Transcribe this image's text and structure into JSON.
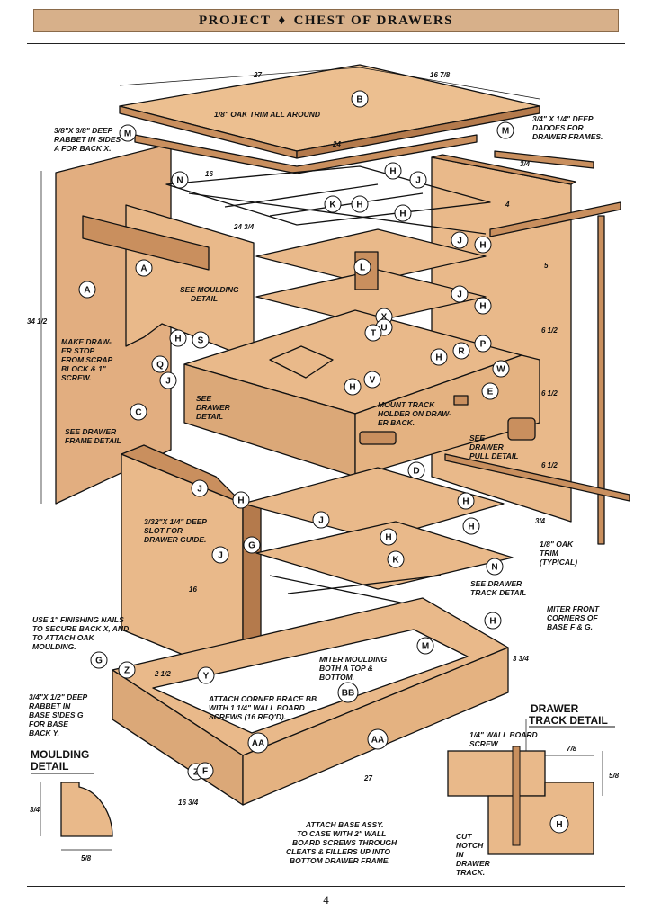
{
  "header": {
    "project": "PROJECT",
    "separator": "♦",
    "title": "CHEST OF DRAWERS"
  },
  "page_number": "4",
  "notes": {
    "oak_trim": "1/8\" OAK TRIM ALL AROUND",
    "rabbet_sides_1": "3/8\"X 3/8\" DEEP",
    "rabbet_sides_2": "RABBET IN SIDES",
    "rabbet_sides_3": "A FOR BACK X.",
    "dadoes_1": "3/4\" X 1/4\" DEEP",
    "dadoes_2": "DADOES FOR",
    "dadoes_3": "DRAWER FRAMES.",
    "moulding_detail_1": "SEE MOULDING",
    "moulding_detail_2": "DETAIL",
    "drawer_stop_1": "MAKE DRAW-",
    "drawer_stop_2": "ER STOP",
    "drawer_stop_3": "FROM SCRAP",
    "drawer_stop_4": "BLOCK & 1\"",
    "drawer_stop_5": "SCREW.",
    "drawer_detail_1": "SEE",
    "drawer_detail_2": "DRAWER",
    "drawer_detail_3": "DETAIL",
    "frame_detail_1": "SEE DRAWER",
    "frame_detail_2": "FRAME DETAIL",
    "track_holder_1": "MOUNT TRACK",
    "track_holder_2": "HOLDER ON DRAW-",
    "track_holder_3": "ER BACK.",
    "pull_detail_1": "SEE",
    "pull_detail_2": "DRAWER",
    "pull_detail_3": "PULL DETAIL",
    "slot_1": "3/32\"X 1/4\" DEEP",
    "slot_2": "SLOT FOR",
    "slot_3": "DRAWER GUIDE.",
    "oak_trim_typ_1": "1/8\" OAK",
    "oak_trim_typ_2": "TRIM",
    "oak_trim_typ_3": "(TYPICAL)",
    "track_detail_ref_1": "SEE DRAWER",
    "track_detail_ref_2": "TRACK DETAIL",
    "finishing_nails_1": "USE 1\" FINISHING NAILS",
    "finishing_nails_2": "TO SECURE BACK X, AND",
    "finishing_nails_3": "TO ATTACH OAK",
    "finishing_nails_4": "MOULDING.",
    "miter_front_1": "MITER FRONT",
    "miter_front_2": "CORNERS OF",
    "miter_front_3": "BASE F & G.",
    "miter_moulding_1": "MITER MOULDING",
    "miter_moulding_2": "BOTH A TOP &",
    "miter_moulding_3": "BOTTOM.",
    "base_rabbet_1": "3/4\"X 1/2\" DEEP",
    "base_rabbet_2": "RABBET IN",
    "base_rabbet_3": "BASE SIDES G",
    "base_rabbet_4": "FOR BASE",
    "base_rabbet_5": "BACK Y.",
    "corner_brace_1": "ATTACH CORNER BRACE BB",
    "corner_brace_2": "WITH 1 1/4\" WALL BOARD",
    "corner_brace_3": "SCREWS (16 REQ'D).",
    "attach_base_1": "ATTACH BASE ASSY.",
    "attach_base_2": "TO CASE WITH 2\" WALL",
    "attach_base_3": "BOARD SCREWS THROUGH",
    "attach_base_4": "CLEATS & FILLERS UP INTO",
    "attach_base_5": "BOTTOM DRAWER FRAME."
  },
  "moulding_detail": {
    "title_1": "MOULDING",
    "title_2": "DETAIL",
    "dim_h": "3/4",
    "dim_w": "5/8"
  },
  "track_detail": {
    "title_1": "DRAWER",
    "title_2": "TRACK DETAIL",
    "screw_1": "1/4\" WALL BOARD",
    "screw_2": "SCREW",
    "dim_w": "7/8",
    "dim_h": "5/8",
    "notch_1": "CUT",
    "notch_2": "NOTCH",
    "notch_3": "IN",
    "notch_4": "DRAWER",
    "notch_5": "TRACK."
  },
  "dimensions": {
    "top_width": "27",
    "top_depth": "16 7/8",
    "frame_width": "24",
    "frame_depth": "16",
    "inner_24": "24 3/4",
    "height": "34 1/2",
    "d4": "4",
    "d5": "5",
    "d65a": "6 1/2",
    "d65b": "6 1/2",
    "d65c": "6 1/2",
    "d34a": "3/4",
    "d34b": "3/4",
    "side_depth": "16",
    "base_h": "3 3/4",
    "base_w": "27",
    "base_d": "16 3/4",
    "brace": "2 1/2"
  },
  "parts": [
    "B",
    "M",
    "M",
    "N",
    "H",
    "J",
    "K",
    "H",
    "H",
    "J",
    "H",
    "A",
    "L",
    "J",
    "H",
    "A",
    "X",
    "U",
    "T",
    "S",
    "H",
    "R",
    "P",
    "Q",
    "J",
    "H",
    "V",
    "W",
    "E",
    "C",
    "D",
    "J",
    "H",
    "H",
    "J",
    "H",
    "K",
    "H",
    "N",
    "J",
    "H",
    "M",
    "G",
    "Z",
    "Y",
    "BB",
    "AA",
    "AA",
    "Z",
    "F",
    "G",
    "H",
    "H"
  ],
  "colors": {
    "wood": "#e9b98a",
    "wood_dark": "#c98f5e",
    "wood_shadow": "#8a5a34",
    "line": "#111111",
    "header_bg": "#d7b08a"
  }
}
